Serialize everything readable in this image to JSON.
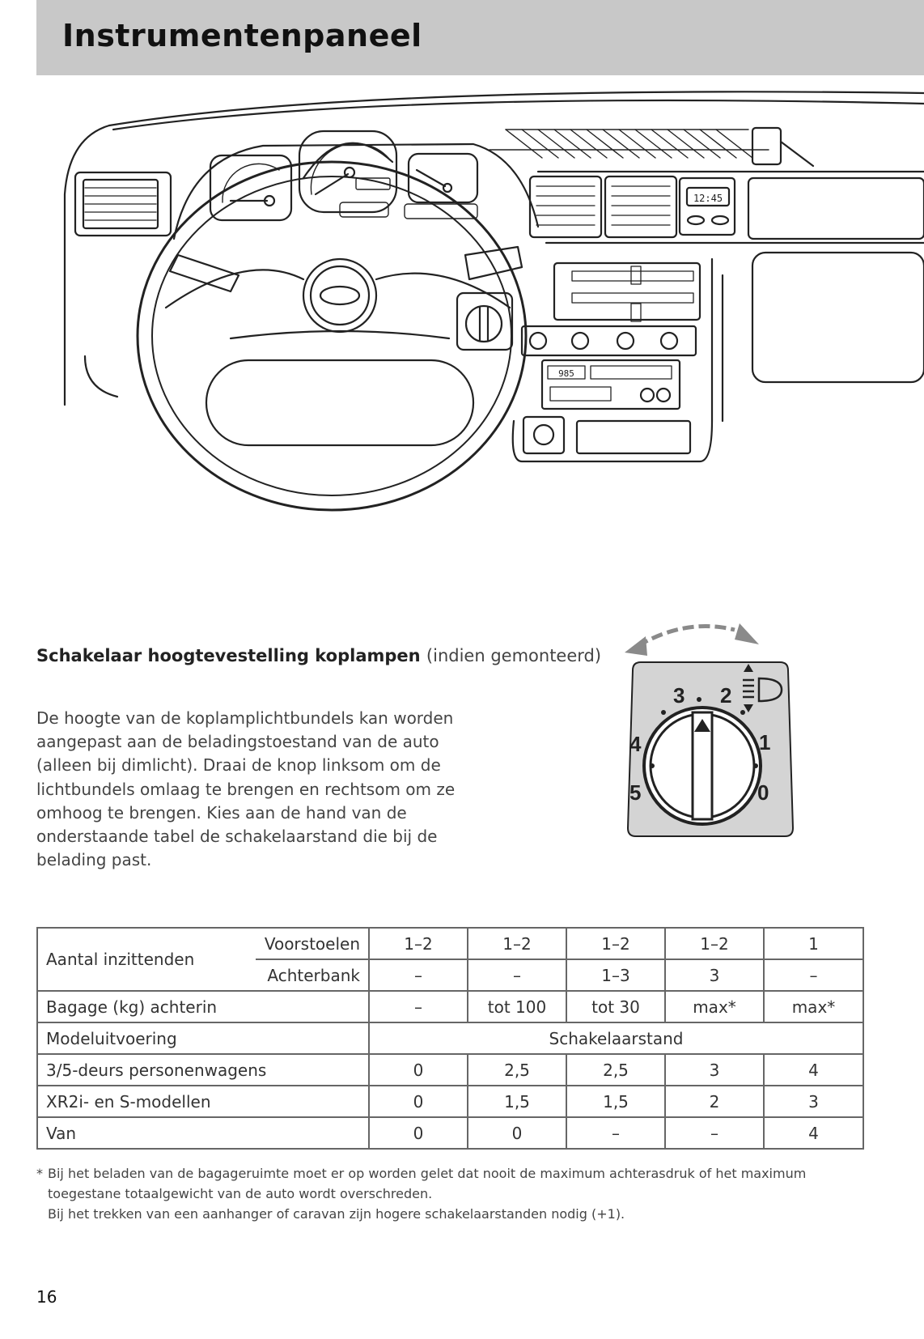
{
  "header": {
    "title": "Instrumentenpaneel"
  },
  "illustrations": {
    "dashboard": {
      "clock_display": "12:45",
      "radio_display": "985"
    },
    "knob": {
      "positions": [
        "0",
        "1",
        "2",
        "3",
        "4",
        "5"
      ]
    }
  },
  "section": {
    "heading_bold": "Schakelaar hoogtevestelling koplampen",
    "heading_light": "(indien gemonteerd)",
    "body": "De hoogte van de koplamplichtbundels kan worden aangepast aan de beladingstoestand van de auto (alleen bij dimlicht). Draai de knop linksom om de lichtbundels omlaag te brengen en rechtsom om ze omhoog te brengen. Kies aan de hand van de onderstaande tabel de schakelaarstand die bij de belading past."
  },
  "table": {
    "group_label": "Aantal inzittenden",
    "front_label": "Voorstoelen",
    "rear_label": "Achterbank",
    "front": [
      "1–2",
      "1–2",
      "1–2",
      "1–2",
      "1"
    ],
    "rear": [
      "–",
      "–",
      "1–3",
      "3",
      "–"
    ],
    "luggage_label": "Bagage (kg) achterin",
    "luggage": [
      "–",
      "tot 100",
      "tot 30",
      "max*",
      "max*"
    ],
    "model_label": "Modeluitvoering",
    "switch_label": "Schakelaarstand",
    "rows": [
      {
        "label": "3/5-deurs personenwagens",
        "values": [
          "0",
          "2,5",
          "2,5",
          "3",
          "4"
        ]
      },
      {
        "label": "XR2i- en S-modellen",
        "values": [
          "0",
          "1,5",
          "1,5",
          "2",
          "3"
        ]
      },
      {
        "label": "Van",
        "values": [
          "0",
          "0",
          "–",
          "–",
          "4"
        ]
      }
    ]
  },
  "footnote": {
    "marker": "*",
    "line1": "Bij het beladen van de bagageruimte moet er op worden gelet dat nooit de maximum achterasdruk of het maximum toegestane totaalgewicht van de auto wordt overschreden.",
    "line2": "Bij het trekken van een aanhanger of caravan zijn hogere schakelaarstanden nodig (+1)."
  },
  "page_number": "16"
}
